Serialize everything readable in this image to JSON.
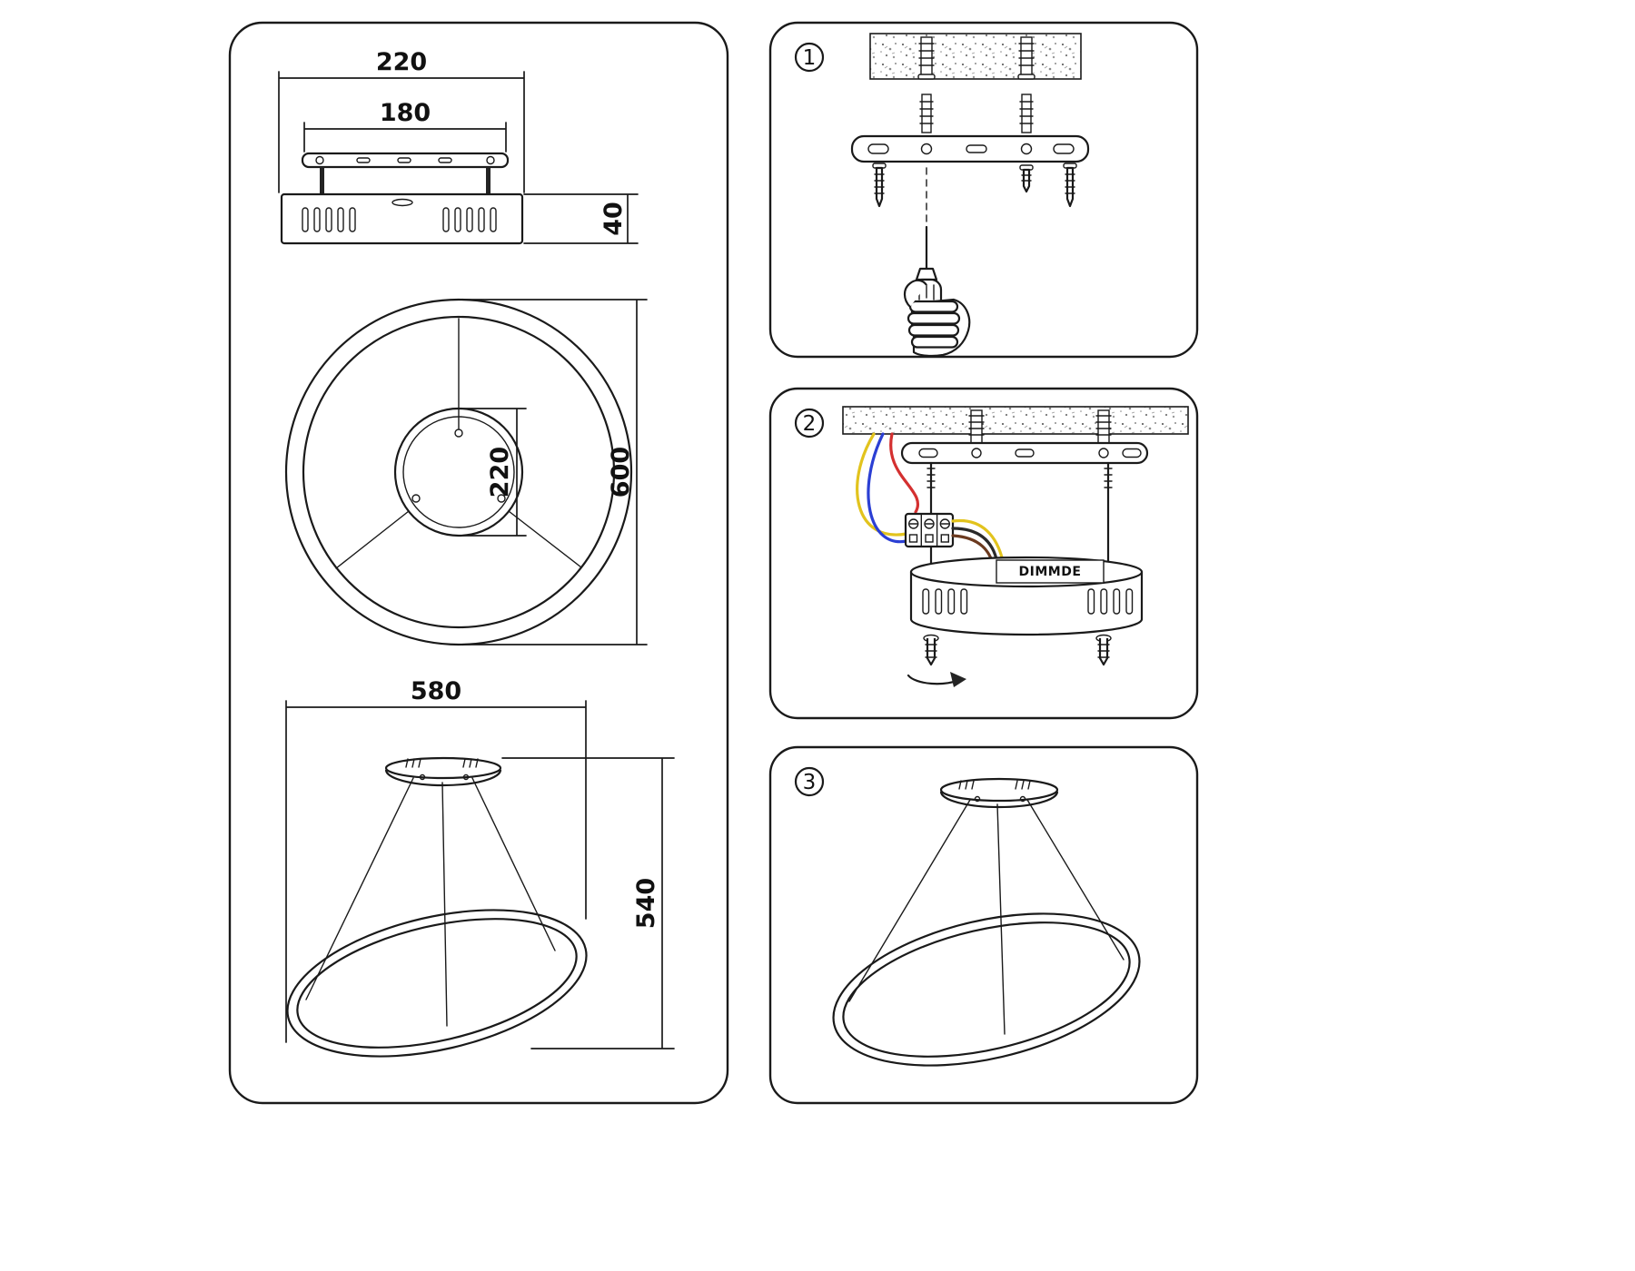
{
  "colors": {
    "paper": "#ffffff",
    "line": "#1a1a1a",
    "wire_yellow": "#e2c31d",
    "wire_blue": "#2b3fd4",
    "wire_red": "#d43030",
    "wire_black": "#2a2a2a",
    "wire_brown": "#6b3a1f"
  },
  "dimensions": {
    "front_view": {
      "outer_width": "220",
      "bracket_width": "180",
      "box_height": "40"
    },
    "top_view": {
      "ring_diameter": "600",
      "canopy_diameter": "220"
    },
    "side_view": {
      "ring_width": "580",
      "drop_height": "540"
    }
  },
  "steps": {
    "one": {
      "number": "1"
    },
    "two": {
      "number": "2",
      "driver_label": "DIMMDE"
    },
    "three": {
      "number": "3"
    }
  }
}
